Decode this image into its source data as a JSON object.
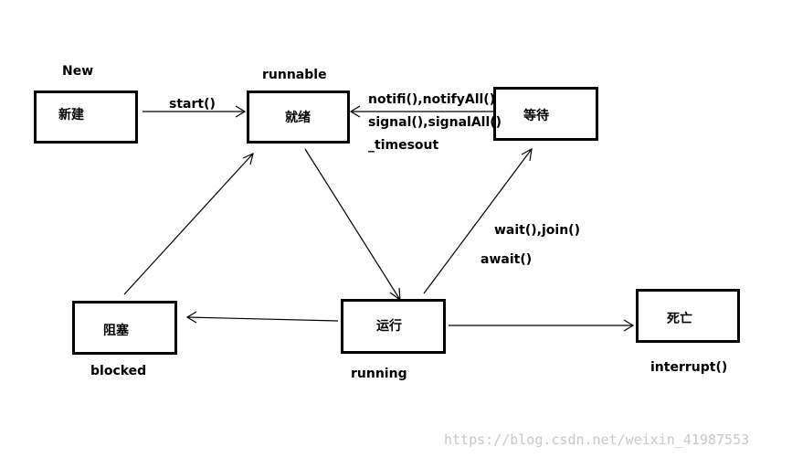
{
  "states": {
    "new": {
      "name": "新建",
      "caption": "New"
    },
    "runnable": {
      "name": "就绪",
      "caption": "runnable"
    },
    "waiting": {
      "name": "等待"
    },
    "blocked": {
      "name": "阻塞",
      "caption": "blocked"
    },
    "running": {
      "name": "运行",
      "caption": "running"
    },
    "dead": {
      "name": "死亡",
      "caption": "interrupt()"
    }
  },
  "transitions": {
    "start": "start()",
    "notify_1": "notifi(),notifyAll()",
    "notify_2": "signal(),signalAll()",
    "notify_3": "_timesout",
    "wait_1": "wait(),join()",
    "wait_2": "await()"
  },
  "watermark": "https://blog.csdn.net/weixin_41987553",
  "colors": {
    "stroke": "#000000",
    "watermark": "#c8c8c8"
  }
}
